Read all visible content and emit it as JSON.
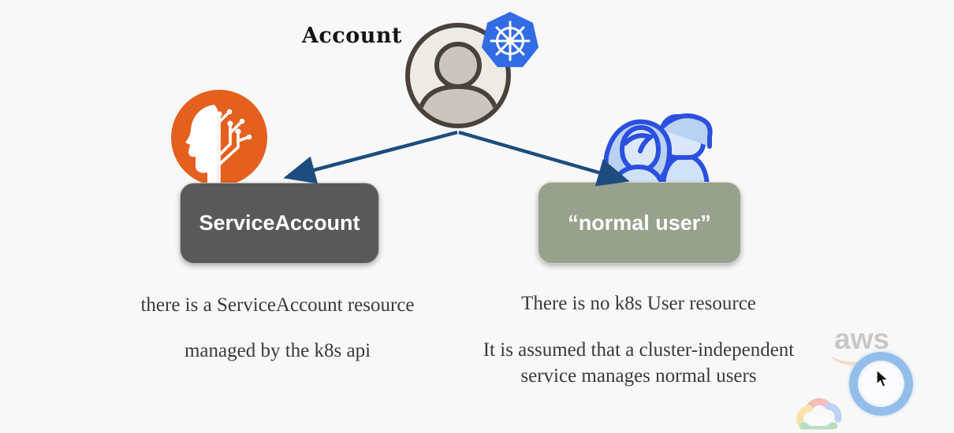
{
  "page": {
    "background": "#f8f8f8"
  },
  "diagram": {
    "root_label": "Account",
    "left_box": {
      "label": "ServiceAccount",
      "bg": "#595959",
      "text_color": "#ffffff"
    },
    "right_box": {
      "label": "“normal user”",
      "bg": "#97a18c",
      "text_color": "#ffffff"
    },
    "left_note": {
      "line1": "there is a ServiceAccount resource",
      "line2": "managed by the k8s api"
    },
    "right_note": {
      "line1": "There is no k8s User resource",
      "line2": "It is assumed that a cluster-independent",
      "line3": "service manages normal users"
    },
    "arrow_color": "#1d4d7e"
  },
  "icons": {
    "kubernetes_logo_color": "#326ce5",
    "ai_head_color": "#e4601e",
    "users_outline_color": "#2b50e0",
    "avatar_stroke_color": "#48423a"
  },
  "watermarks": {
    "aws_label": "aws"
  }
}
